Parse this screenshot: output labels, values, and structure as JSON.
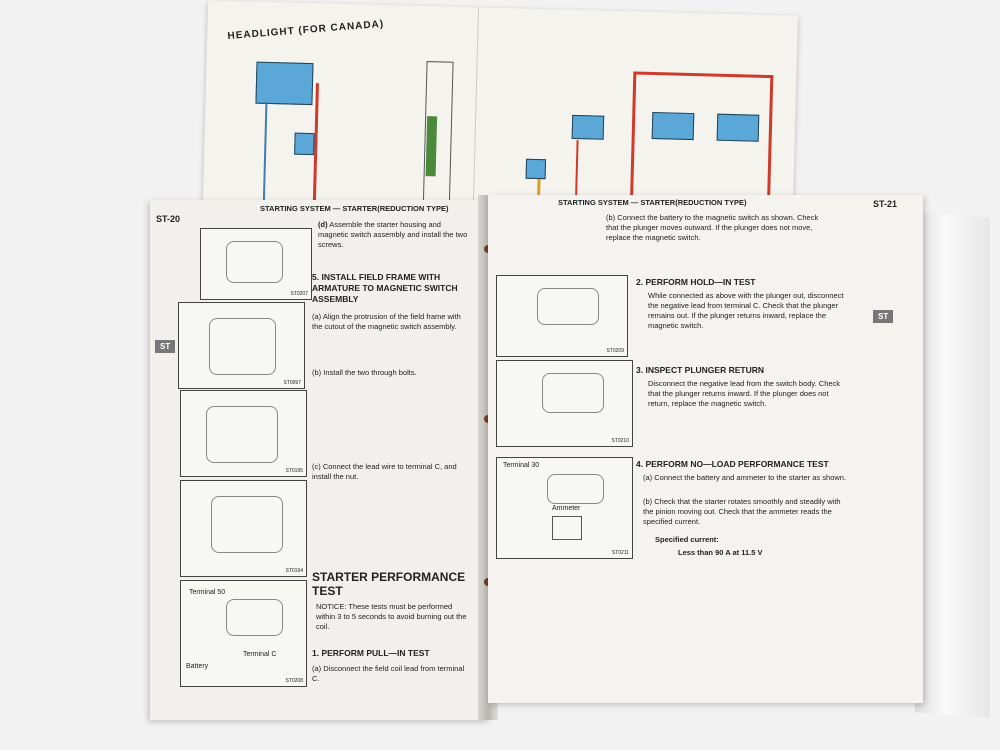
{
  "back_book": {
    "diagram_title": "HEADLIGHT (FOR CANADA)"
  },
  "left_page": {
    "header": "STARTING SYSTEM — STARTER(REDUCTION TYPE)",
    "page_number": "ST-20",
    "tab": "ST",
    "step_d": {
      "marker": "(d)",
      "text": "Assemble the starter housing and magnetic switch assembly and install the two screws."
    },
    "step5": {
      "number": "5.",
      "title": "INSTALL FIELD FRAME WITH ARMATURE TO MAGNETIC SWITCH ASSEMBLY"
    },
    "step5a": {
      "marker": "(a)",
      "text": "Align the protrusion of the field frame with the cutout of the magnetic switch assembly."
    },
    "step5b": {
      "marker": "(b)",
      "text": "Install the two through bolts."
    },
    "step5c": {
      "marker": "(c)",
      "text": "Connect the lead wire to terminal C, and install the nut."
    },
    "section_title": "STARTER PERFORMANCE TEST",
    "notice": "NOTICE: These tests must be performed within 3 to 5 seconds to avoid burning out the coil.",
    "step1": {
      "number": "1.",
      "title": "PERFORM PULL—IN TEST"
    },
    "step1a": {
      "marker": "(a)",
      "text": "Disconnect the field coil lead from terminal C."
    },
    "figure_labels": {
      "terminal50": "Terminal 50",
      "battery": "Battery",
      "terminalC": "Terminal C"
    },
    "figure_ids": [
      "ST0207",
      "ST0097",
      "ST0195",
      "ST0194",
      "ST0208"
    ]
  },
  "right_page": {
    "header": "STARTING SYSTEM — STARTER(REDUCTION TYPE)",
    "page_number": "ST-21",
    "tab": "ST",
    "step_b": {
      "marker": "(b)",
      "text": "Connect the battery to the magnetic switch as shown. Check that the plunger moves outward. If the plunger does not move, replace the magnetic switch."
    },
    "step2": {
      "number": "2.",
      "title": "PERFORM HOLD—IN TEST",
      "text": "While connected as above with the plunger out, disconnect the negative lead from terminal C. Check that the plunger remains out. If the plunger returns inward, replace the magnetic switch."
    },
    "step3": {
      "number": "3.",
      "title": "INSPECT PLUNGER RETURN",
      "text": "Disconnect the negative lead from the switch body. Check that the plunger returns inward. If the plunger does not return, replace the magnetic switch."
    },
    "step4": {
      "number": "4.",
      "title": "PERFORM NO—LOAD PERFORMANCE TEST"
    },
    "step4a": {
      "marker": "(a)",
      "text": "Connect the battery and ammeter to the starter as shown."
    },
    "step4b": {
      "marker": "(b)",
      "text": "Check that the starter rotates smoothly and steadily with the pinion moving out. Check that the ammeter reads the specified current."
    },
    "spec_label": "Specified current:",
    "spec_value": "Less than 90 A at 11.5 V",
    "figure_labels": {
      "terminal30": "Terminal 30",
      "ammeter": "Ammeter"
    },
    "figure_ids": [
      "ST0209",
      "ST0210",
      "ST0211"
    ]
  },
  "colors": {
    "paper": "#f2f1ec",
    "wire_red": "#d03a2a",
    "wire_blue": "#3d7fb0",
    "tab_gray": "#777777"
  }
}
